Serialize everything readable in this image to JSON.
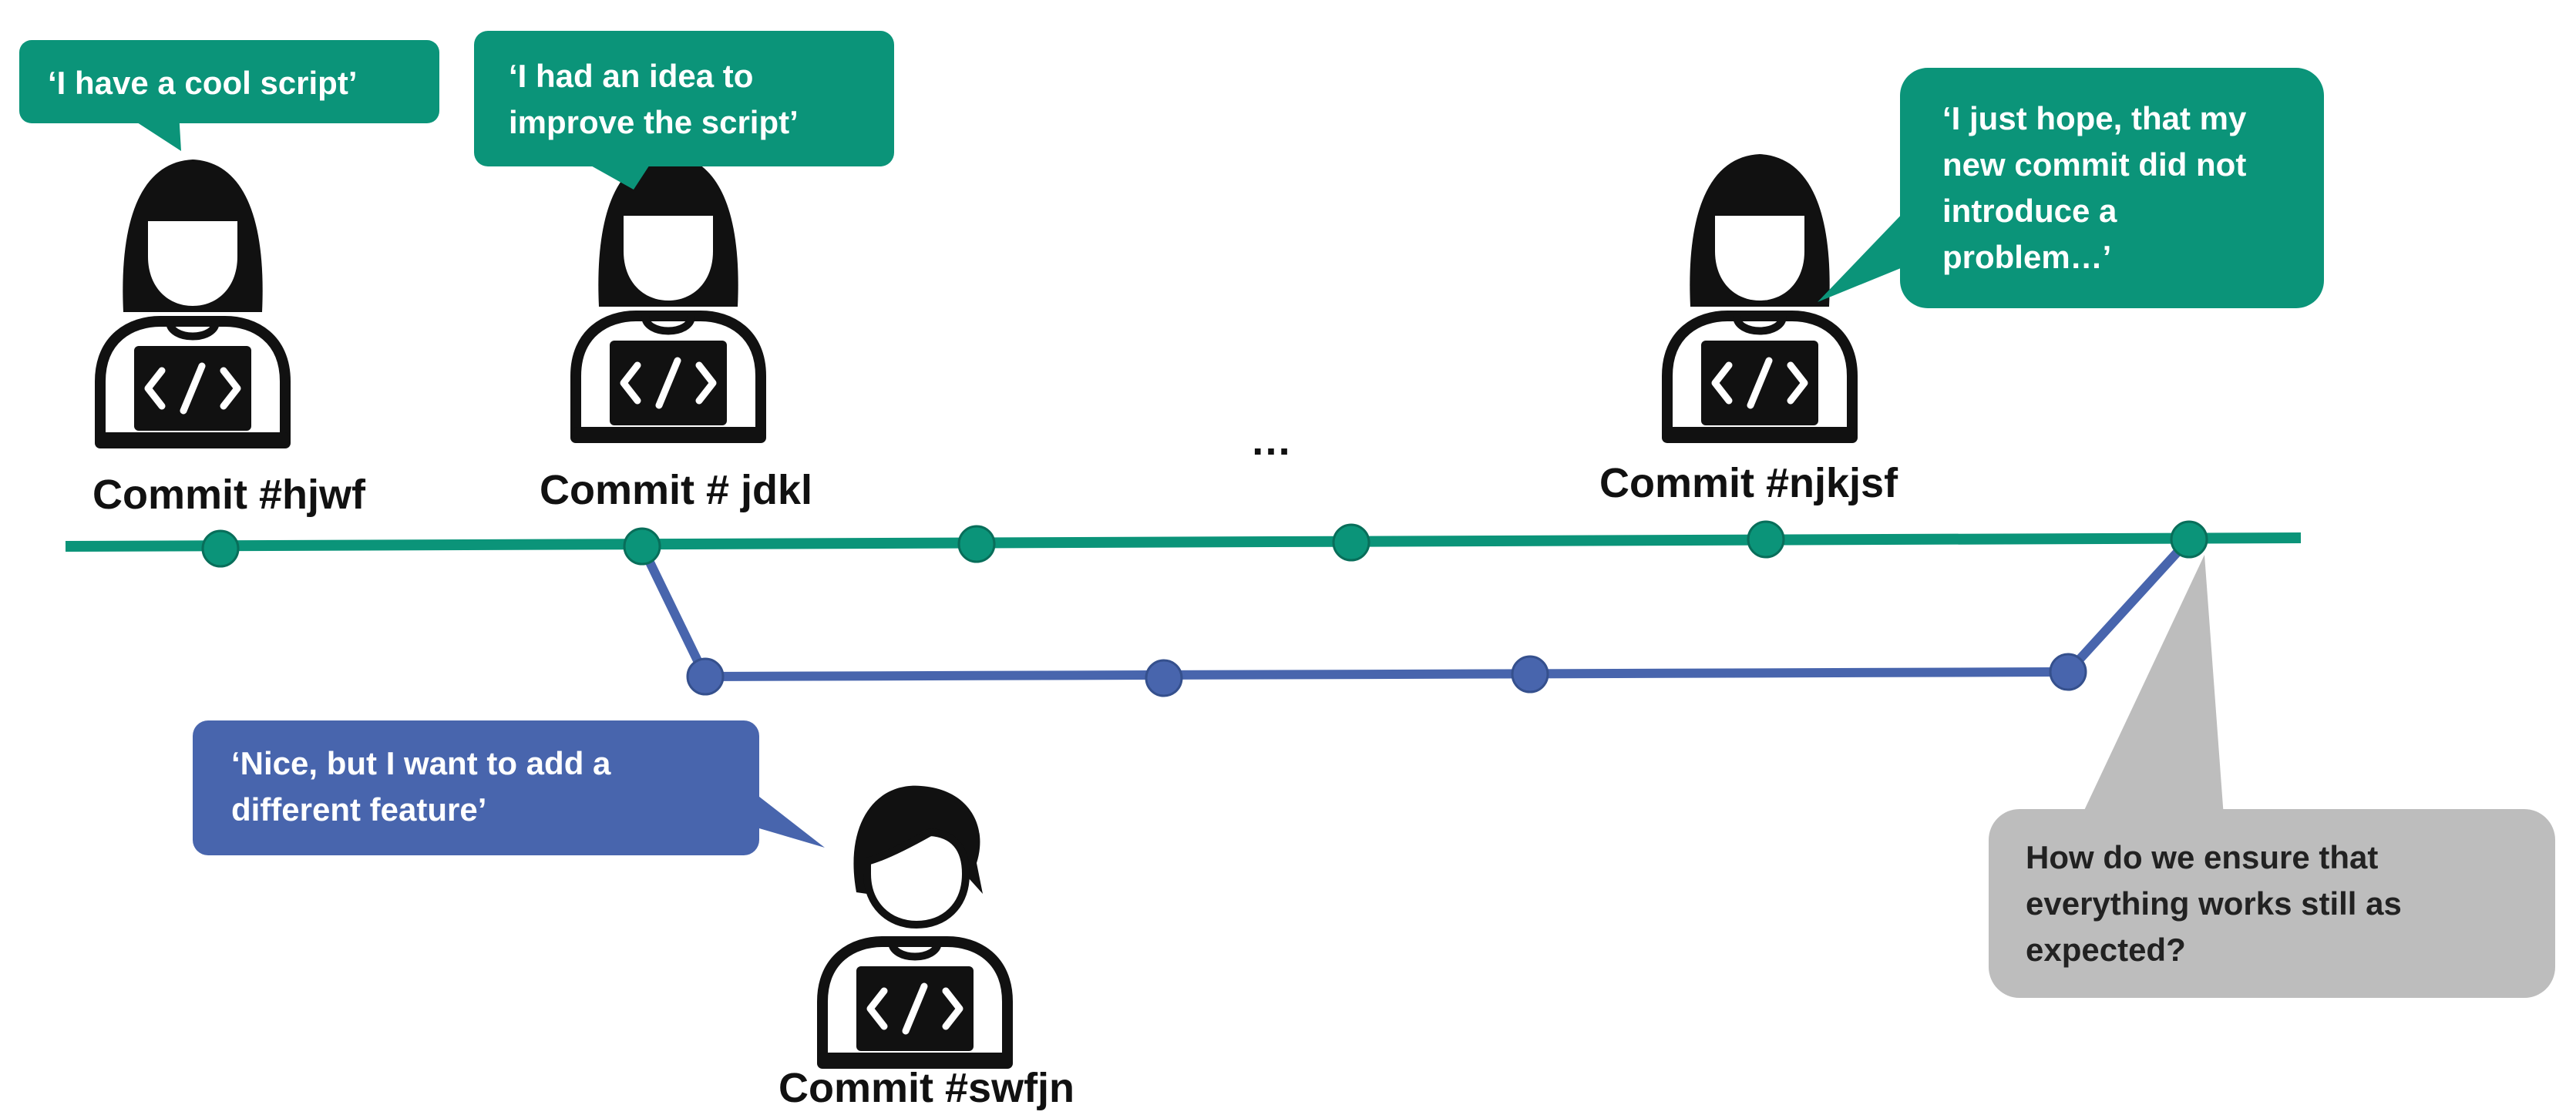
{
  "colors": {
    "main_branch": "#0b9479",
    "feature_branch": "#4865ad",
    "question_bubble": "#bdbdbd",
    "icon": "#111111",
    "text_on_bubble": "#ffffff",
    "text_dark": "#222222"
  },
  "main_branch": {
    "commits": [
      {
        "label": "Commit #hjwf"
      },
      {
        "label": "Commit # jdkl"
      },
      {
        "label": ""
      },
      {
        "label": ""
      },
      {
        "label": "Commit #njkjsf"
      },
      {
        "label": ""
      }
    ]
  },
  "feature_branch": {
    "commits": [
      {
        "label": ""
      },
      {
        "label": ""
      },
      {
        "label": ""
      },
      {
        "label": ""
      }
    ],
    "author_label": "Commit #swfjn"
  },
  "ellipsis": "…",
  "callouts": {
    "c1": {
      "lines": [
        "‘I have a cool script’"
      ]
    },
    "c2": {
      "lines": [
        "‘I had an idea to",
        "improve the script’"
      ]
    },
    "c3": {
      "lines": [
        "‘I just hope, that my",
        "new commit did not",
        "introduce a",
        "problem…’"
      ]
    },
    "c4": {
      "lines": [
        "‘Nice, but I want to add a",
        "different feature’"
      ]
    },
    "c5": {
      "lines": [
        "How do we ensure that",
        "everything works still as",
        "expected?"
      ]
    }
  },
  "icons": [
    "developer-woman-icon",
    "developer-woman-icon",
    "developer-woman-icon",
    "developer-man-icon"
  ]
}
